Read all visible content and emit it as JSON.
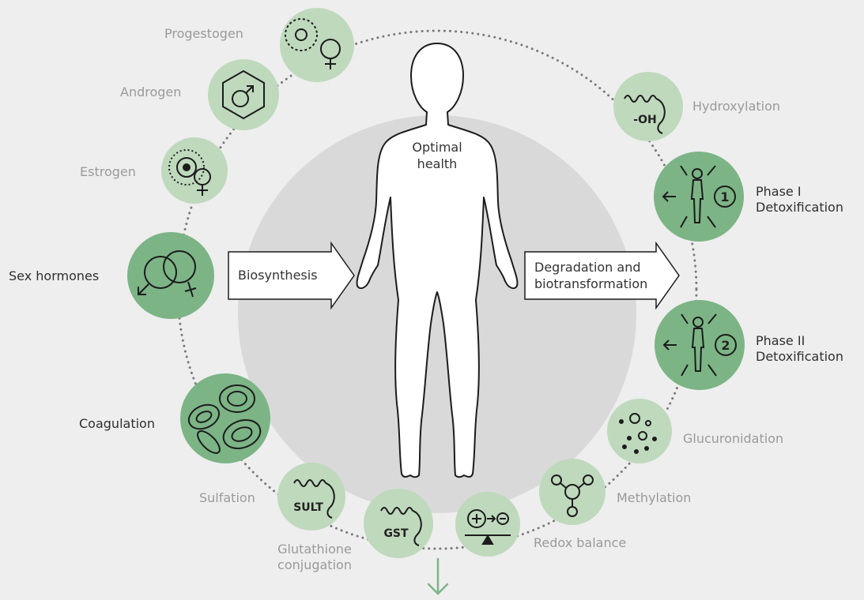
{
  "center": {
    "line1": "Optimal",
    "line2": "health"
  },
  "arrows": {
    "left": "Biosynthesis",
    "right_line1": "Degradation and",
    "right_line2": "biotransformation"
  },
  "nodes": {
    "progestogen": {
      "label": "Progestogen",
      "icon": "progestogen-icon"
    },
    "androgen": {
      "label": "Androgen",
      "icon": "androgen-icon"
    },
    "estrogen": {
      "label": "Estrogen",
      "icon": "estrogen-icon"
    },
    "sex_hormones": {
      "label": "Sex hormones",
      "icon": "sex-hormones-icon"
    },
    "coagulation": {
      "label": "Coagulation",
      "icon": "blood-cells-icon"
    },
    "sulfation": {
      "label": "Sulfation",
      "icon": "sult-enzyme-icon",
      "badge": "SULT"
    },
    "glutathione": {
      "label_line1": "Glutathione",
      "label_line2": "conjugation",
      "icon": "gst-enzyme-icon",
      "badge": "GST"
    },
    "redox": {
      "label": "Redox balance",
      "icon": "redox-balance-icon"
    },
    "methylation": {
      "label": "Methylation",
      "icon": "methyl-group-icon"
    },
    "glucuronidation": {
      "label": "Glucuronidation",
      "icon": "dots-icon"
    },
    "phase2": {
      "label_line1": "Phase II",
      "label_line2": "Detoxification",
      "icon": "phase-2-body-icon",
      "badge": "2"
    },
    "phase1": {
      "label_line1": "Phase I",
      "label_line2": "Detoxification",
      "icon": "phase-1-body-icon",
      "badge": "1"
    },
    "hydroxylation": {
      "label": "Hydroxylation",
      "icon": "hydroxyl-enzyme-icon",
      "badge": "-OH"
    }
  },
  "colors": {
    "background": "#eeeeee",
    "center_disc": "#d9d9da",
    "light_node": "#bfd9bd",
    "dark_node": "#7cb486",
    "outline": "#1c1c1c",
    "down_arrow": "#7cb486"
  }
}
